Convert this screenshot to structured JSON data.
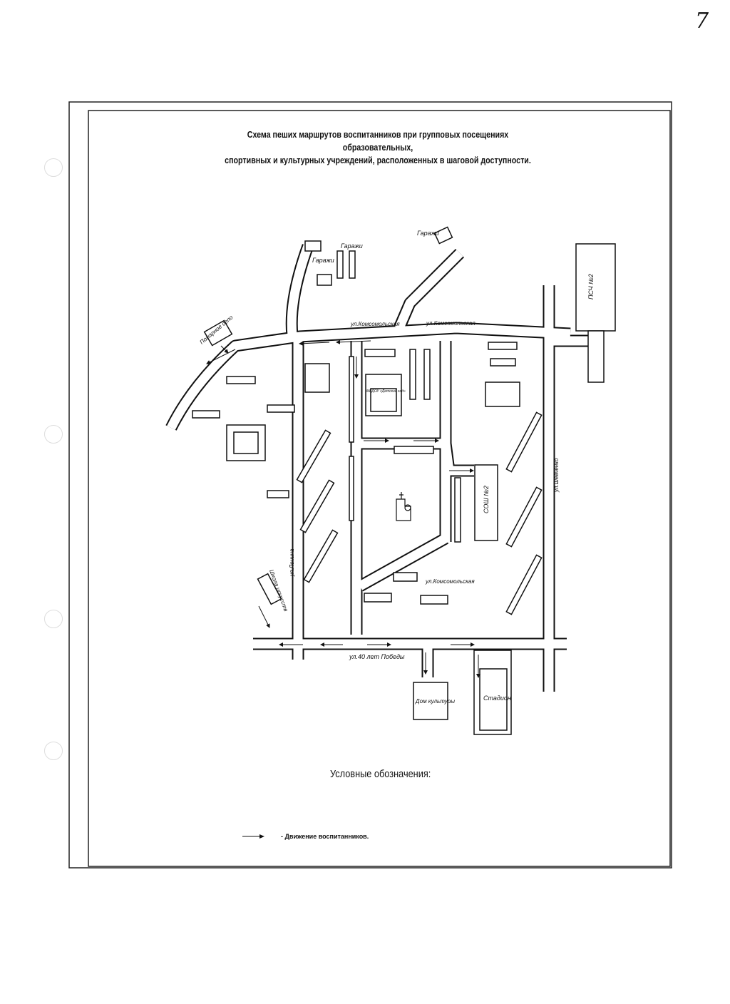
{
  "page_number": "7",
  "title": {
    "line1": "Схема пеших маршрутов воспитанников при групповых посещениях образовательных,",
    "line2": "спортивных и культурных учреждений, расположенных в шаговой доступности."
  },
  "map": {
    "labels": {
      "garages_1": "Гаражи",
      "garages_2": "Гаражи",
      "garages_3": "Гаражи",
      "fire_depot": "Пожарное депо",
      "street_komsomolskaya_1": "ул.Комсомольская",
      "street_komsomolskaya_2": "ул.Комсомольская",
      "street_komsomolskaya_3": "ул.Комсомольская",
      "kindergarten": "МБДОУ «Детский сад»",
      "fire_station": "ПСЧ №2",
      "school": "СОШ №2",
      "street_east": "ул.Шевченко",
      "street_lenina": "ул.Ленина",
      "art_school": "Школа искусств",
      "street_40_let_pobedy": "ул.40 лет Победы",
      "house_of_culture": "Дом культуры",
      "stadium": "Стадион"
    }
  },
  "legend": {
    "title": "Условные обозначения:",
    "items": [
      {
        "label": "- Движение воспитанников."
      }
    ]
  }
}
